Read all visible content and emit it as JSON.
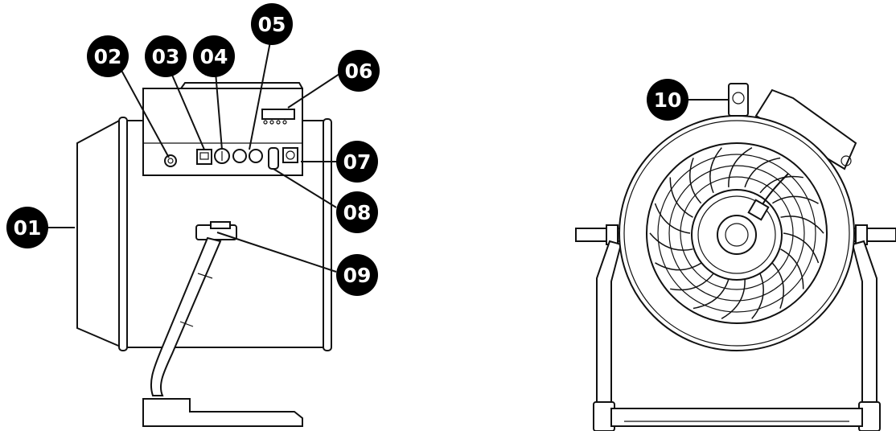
{
  "callouts": [
    {
      "id": "01",
      "label": "01"
    },
    {
      "id": "02",
      "label": "02"
    },
    {
      "id": "03",
      "label": "03"
    },
    {
      "id": "04",
      "label": "04"
    },
    {
      "id": "05",
      "label": "05"
    },
    {
      "id": "06",
      "label": "06"
    },
    {
      "id": "07",
      "label": "07"
    },
    {
      "id": "08",
      "label": "08"
    },
    {
      "id": "09",
      "label": "09"
    },
    {
      "id": "10",
      "label": "10"
    }
  ],
  "colors": {
    "ink": "#111111",
    "badge": "#000000",
    "badge_text": "#ffffff",
    "background": "#ffffff"
  }
}
